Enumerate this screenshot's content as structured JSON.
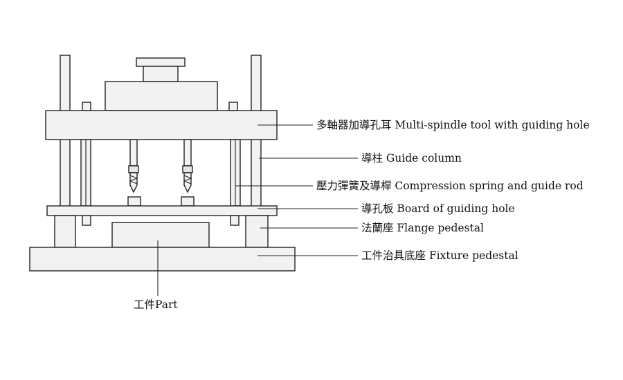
{
  "diagram": {
    "labels": {
      "multi_spindle_tool": "多軸器加導孔耳 Multi-spindle tool with guiding hole",
      "guide_column": "導柱 Guide column",
      "compression_spring": "壓力彈簧及導桿 Compression spring and guide rod",
      "guiding_hole_board": "導孔板 Board of guiding hole",
      "flange_pedestal": "法蘭座 Flange pedestal",
      "fixture_pedestal": "工件治具底座 Fixture pedestal",
      "part": "工件Part"
    }
  }
}
